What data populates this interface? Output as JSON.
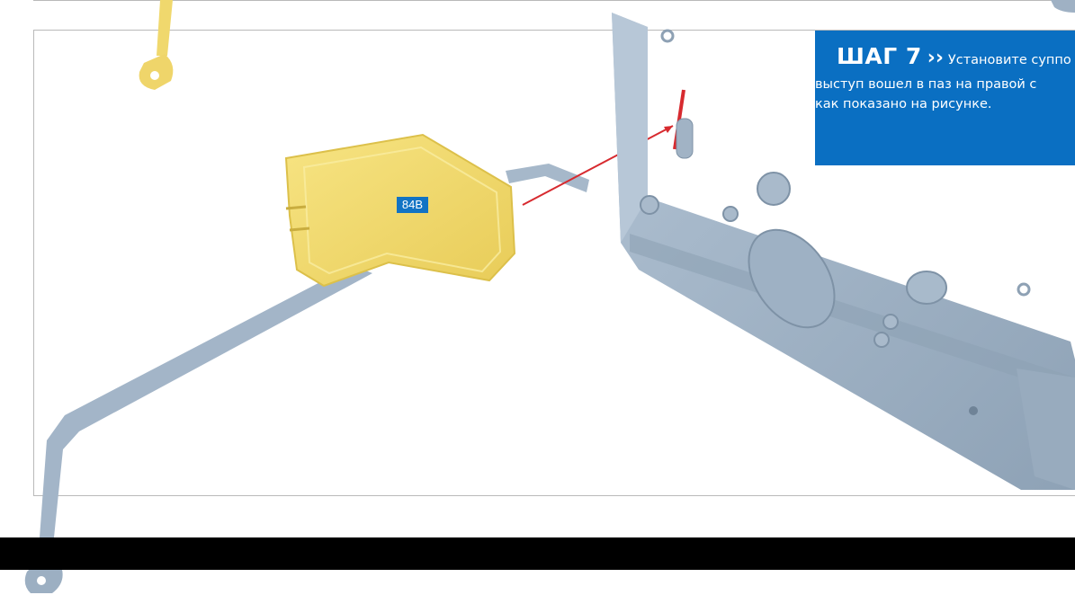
{
  "step": {
    "title": "ШАГ 7",
    "arrow": "››",
    "line1": "Установите суппо",
    "line2": "выступ вошел в паз на правой с",
    "line3": "как показано на рисунке."
  },
  "part_label": "84B",
  "colors": {
    "callout_bg": "#0a6fc2",
    "badge_bg": "#1273c4",
    "yellow_part": "#f2db70",
    "gray_part": "#9db0c3",
    "indicator_red": "#d72a2f"
  }
}
